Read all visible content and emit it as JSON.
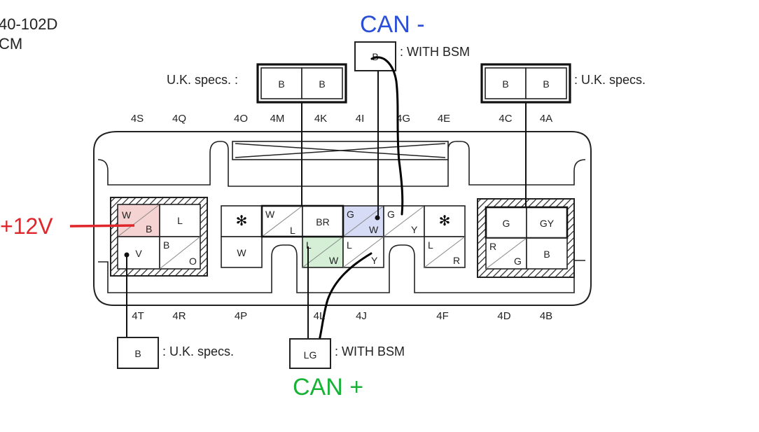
{
  "header": {
    "line1": "40-102D",
    "line2": "CM"
  },
  "annotations": {
    "can_minus": "CAN -",
    "can_plus": "CAN +",
    "plus_12v": "+12V"
  },
  "colors": {
    "can_minus": "#2b4fd8",
    "can_plus": "#18b236",
    "plus_12v": "#e0262a",
    "highlight_red": "#f6d3d3",
    "highlight_blue": "#d6dcf6",
    "highlight_green": "#d4efd6"
  },
  "notes": {
    "uk_specs_left": "U.K. specs. :",
    "uk_specs_right": ": U.K. specs.",
    "uk_specs_bottom": ": U.K. specs.",
    "with_bsm_top": ": WITH BSM",
    "with_bsm_bottom": ": WITH BSM"
  },
  "pin_labels": {
    "top": [
      "4S",
      "4Q",
      "4O",
      "4M",
      "4K",
      "4I",
      "4G",
      "4E",
      "4C",
      "4A"
    ],
    "bottom": [
      "4T",
      "4R",
      "4P",
      "4L",
      "4J",
      "4F",
      "4D",
      "4B"
    ]
  },
  "aux_connectors": {
    "top_center": "B",
    "top_left": [
      "B",
      "B"
    ],
    "top_right": [
      "B",
      "B"
    ],
    "bottom_left": "B",
    "bottom_center": "LG"
  },
  "cells": {
    "A1_main": "W",
    "A1_sub": "B",
    "A2": "L",
    "A3": "V",
    "A4_main": "B",
    "A4_sub": "O",
    "B1": "✻",
    "B2_main": "W",
    "B2_sub": "L",
    "B3": "BR",
    "B4_main": "G",
    "B4_sub": "W",
    "B5_main": "G",
    "B5_sub": "Y",
    "B6": "✻",
    "B7": "W",
    "B8_main": "L",
    "B8_sub": "W",
    "B9_main": "L",
    "B9_sub": "Y",
    "B10_main": "L",
    "B10_sub": "R",
    "C1": "G",
    "C2": "GY",
    "C3_main": "R",
    "C3_sub": "G",
    "C4": "B"
  }
}
